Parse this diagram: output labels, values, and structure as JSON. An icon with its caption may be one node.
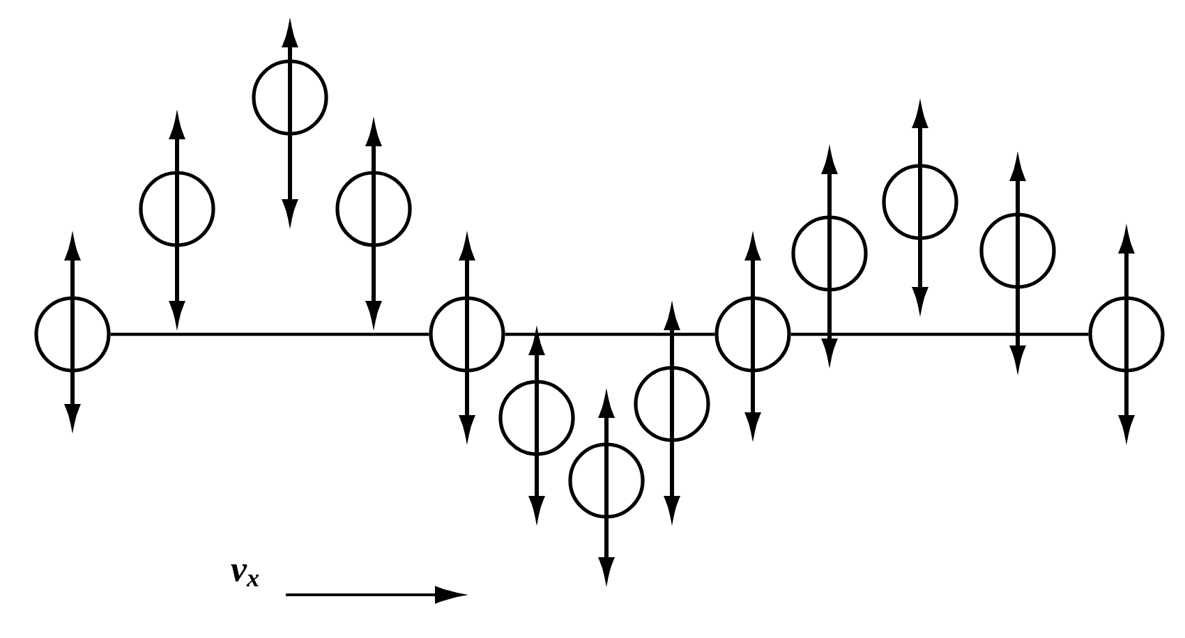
{
  "diagram": {
    "nodes": [
      {
        "text": [],
        "shape": "circle"
      },
      {
        "text": [],
        "shape": "circle"
      },
      {
        "text": [],
        "shape": "circle"
      },
      {
        "text": [],
        "shape": "circle"
      },
      {
        "text": [],
        "shape": "circle"
      },
      {
        "text": [],
        "shape": "circle"
      },
      {
        "text": [],
        "shape": "circle"
      },
      {
        "text": [],
        "shape": "circle"
      },
      {
        "text": [],
        "shape": "circle"
      },
      {
        "text": [],
        "shape": "circle"
      },
      {
        "text": [],
        "shape": "circle"
      },
      {
        "text": [],
        "shape": "circle"
      },
      {
        "text": [],
        "shape": "circle"
      }
    ],
    "edges": [
      {
        "from": 0,
        "to": 4,
        "arrow": "none"
      },
      {
        "from": 4,
        "to": 8,
        "arrow": "none"
      },
      {
        "from": 8,
        "to": 12,
        "arrow": "none"
      }
    ],
    "labels": [
      "v$_{x}$"
    ]
  }
}
